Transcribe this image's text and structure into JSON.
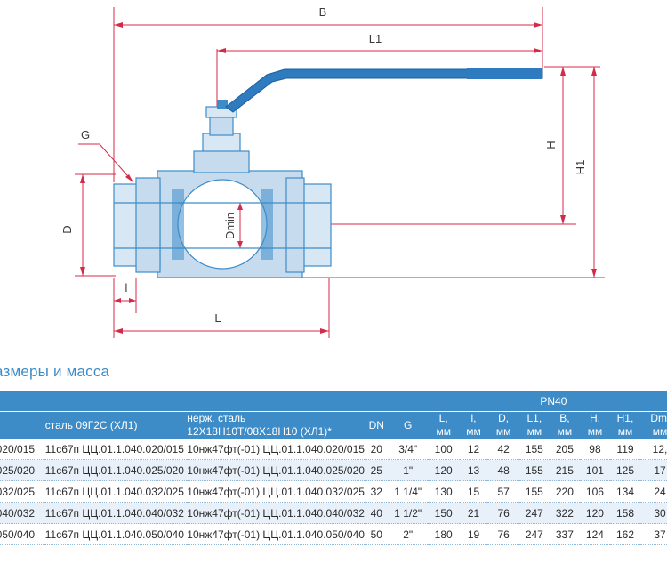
{
  "diagram": {
    "labels": {
      "B": "B",
      "L1": "L1",
      "G": "G",
      "D": "D",
      "H": "H",
      "H1": "H1",
      "Dmin": "Dmin",
      "l": "l",
      "L": "L"
    }
  },
  "caption": "азмеры и масса",
  "table": {
    "pn_header": "PN40",
    "headers": {
      "col_a": "",
      "col_b": "сталь 09Г2С (ХЛ1)",
      "col_c_line1": "нерж. сталь",
      "col_c_line2": "12Х18Н10Т/08Х18Н10 (ХЛ1)*",
      "dn": "DN",
      "g": "G",
      "L_1": "L,",
      "L_2": "мм",
      "l_1": "l,",
      "l_2": "мм",
      "D_1": "D,",
      "D_2": "мм",
      "L1_1": "L1,",
      "L1_2": "мм",
      "B_1": "B,",
      "B_2": "мм",
      "H_1": "H,",
      "H_2": "мм",
      "H1_1": "H1,",
      "H1_2": "мм",
      "Dmin_1": "Dmi",
      "Dmin_2": "мм"
    },
    "rows": [
      {
        "a": "020/015",
        "b": "11с67п ЦЦ.01.1.040.020/015",
        "c": "10нж47фт(-01) ЦЦ.01.1.040.020/015",
        "dn": "20",
        "g": "3/4\"",
        "L": "100",
        "l": "12",
        "D": "42",
        "L1": "155",
        "B": "205",
        "H": "98",
        "H1": "119",
        "Dmin": "12,"
      },
      {
        "a": "025/020",
        "b": "11с67п ЦЦ.01.1.040.025/020",
        "c": "10нж47фт(-01) ЦЦ.01.1.040.025/020",
        "dn": "25",
        "g": "1\"",
        "L": "120",
        "l": "13",
        "D": "48",
        "L1": "155",
        "B": "215",
        "H": "101",
        "H1": "125",
        "Dmin": "17"
      },
      {
        "a": "032/025",
        "b": "11с67п ЦЦ.01.1.040.032/025",
        "c": "10нж47фт(-01) ЦЦ.01.1.040.032/025",
        "dn": "32",
        "g": "1 1/4\"",
        "L": "130",
        "l": "15",
        "D": "57",
        "L1": "155",
        "B": "220",
        "H": "106",
        "H1": "134",
        "Dmin": "24"
      },
      {
        "a": "040/032",
        "b": "11с67п ЦЦ.01.1.040.040/032",
        "c": "10нж47фт(-01) ЦЦ.01.1.040.040/032",
        "dn": "40",
        "g": "1 1/2\"",
        "L": "150",
        "l": "21",
        "D": "76",
        "L1": "247",
        "B": "322",
        "H": "120",
        "H1": "158",
        "Dmin": "30"
      },
      {
        "a": "050/040",
        "b": "11с67п ЦЦ.01.1.040.050/040",
        "c": "10нж47фт(-01) ЦЦ.01.1.040.050/040",
        "dn": "50",
        "g": "2\"",
        "L": "180",
        "l": "19",
        "D": "76",
        "L1": "247",
        "B": "337",
        "H": "124",
        "H1": "162",
        "Dmin": "37"
      }
    ]
  }
}
